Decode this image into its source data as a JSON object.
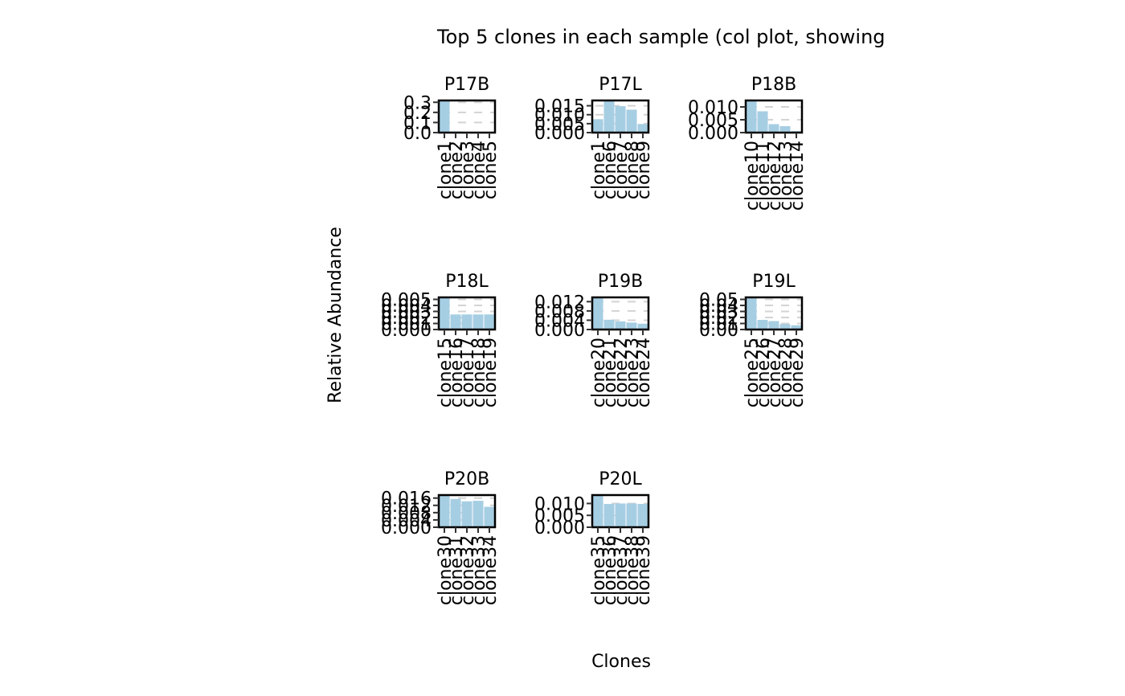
{
  "chart_data": {
    "type": "bar",
    "title": "Top 5 clones in each sample (col plot, showing",
    "xlabel": "Clones",
    "ylabel": "Relative Abundance",
    "bar_color": "#a6cee3",
    "grid_color": "#d3d3d3",
    "facets": [
      {
        "name": "P17B",
        "categories": [
          "clone1",
          "clone2",
          "clone3",
          "clone4",
          "clone5"
        ],
        "values": [
          0.31,
          0.012,
          0.008,
          0.008,
          0.004
        ],
        "ylim": [
          0,
          0.31
        ],
        "yticks": [
          "0.0",
          "0.1",
          "0.2",
          "0.3"
        ],
        "ytick_values": [
          0,
          0.1,
          0.2,
          0.3
        ]
      },
      {
        "name": "P17L",
        "categories": [
          "clone1",
          "clone6",
          "clone7",
          "clone8",
          "clone9"
        ],
        "values": [
          0.0075,
          0.0175,
          0.0148,
          0.0128,
          0.0048
        ],
        "ylim": [
          0,
          0.0175
        ],
        "yticks": [
          "0.000",
          "0.005",
          "0.010",
          "0.015"
        ],
        "ytick_values": [
          0,
          0.005,
          0.01,
          0.015
        ]
      },
      {
        "name": "P18B",
        "categories": [
          "clone10",
          "clone11",
          "clone12",
          "clone13",
          "clone14"
        ],
        "values": [
          0.0122,
          0.0083,
          0.0033,
          0.0025,
          0.0006
        ],
        "ylim": [
          0,
          0.0122
        ],
        "yticks": [
          "0.000",
          "0.005",
          "0.010"
        ],
        "ytick_values": [
          0,
          0.005,
          0.01
        ]
      },
      {
        "name": "P18L",
        "categories": [
          "clone15",
          "clone16",
          "clone17",
          "clone18",
          "clone19"
        ],
        "values": [
          0.0052,
          0.0025,
          0.0025,
          0.0025,
          0.0025
        ],
        "ylim": [
          0,
          0.0052
        ],
        "yticks": [
          "0.000",
          "0.001",
          "0.002",
          "0.003",
          "0.004",
          "0.005"
        ],
        "ytick_values": [
          0,
          0.001,
          0.002,
          0.003,
          0.004,
          0.005
        ]
      },
      {
        "name": "P19B",
        "categories": [
          "clone20",
          "clone21",
          "clone22",
          "clone23",
          "clone24"
        ],
        "values": [
          0.0135,
          0.0042,
          0.0035,
          0.003,
          0.0025
        ],
        "ylim": [
          0,
          0.0135
        ],
        "yticks": [
          "0.000",
          "0.004",
          "0.008",
          "0.012"
        ],
        "ytick_values": [
          0,
          0.004,
          0.008,
          0.012
        ]
      },
      {
        "name": "P19L",
        "categories": [
          "clone25",
          "clone26",
          "clone27",
          "clone28",
          "clone29"
        ],
        "values": [
          0.052,
          0.016,
          0.014,
          0.009,
          0.007
        ],
        "ylim": [
          0,
          0.052
        ],
        "yticks": [
          "0.00",
          "0.01",
          "0.02",
          "0.03",
          "0.04",
          "0.05"
        ],
        "ytick_values": [
          0,
          0.01,
          0.02,
          0.03,
          0.04,
          0.05
        ]
      },
      {
        "name": "P20B",
        "categories": [
          "clone30",
          "clone31",
          "clone32",
          "clone33",
          "clone34"
        ],
        "values": [
          0.0172,
          0.0155,
          0.0142,
          0.0145,
          0.0112
        ],
        "ylim": [
          0,
          0.0172
        ],
        "yticks": [
          "0.000",
          "0.004",
          "0.008",
          "0.012",
          "0.016"
        ],
        "ytick_values": [
          0,
          0.004,
          0.008,
          0.012,
          0.016
        ]
      },
      {
        "name": "P20L",
        "categories": [
          "clone35",
          "clone36",
          "clone37",
          "clone38",
          "clone39"
        ],
        "values": [
          0.0132,
          0.0098,
          0.01,
          0.01,
          0.0098
        ],
        "ylim": [
          0,
          0.0132
        ],
        "yticks": [
          "0.000",
          "0.005",
          "0.010"
        ],
        "ytick_values": [
          0,
          0.005,
          0.01
        ]
      }
    ]
  }
}
